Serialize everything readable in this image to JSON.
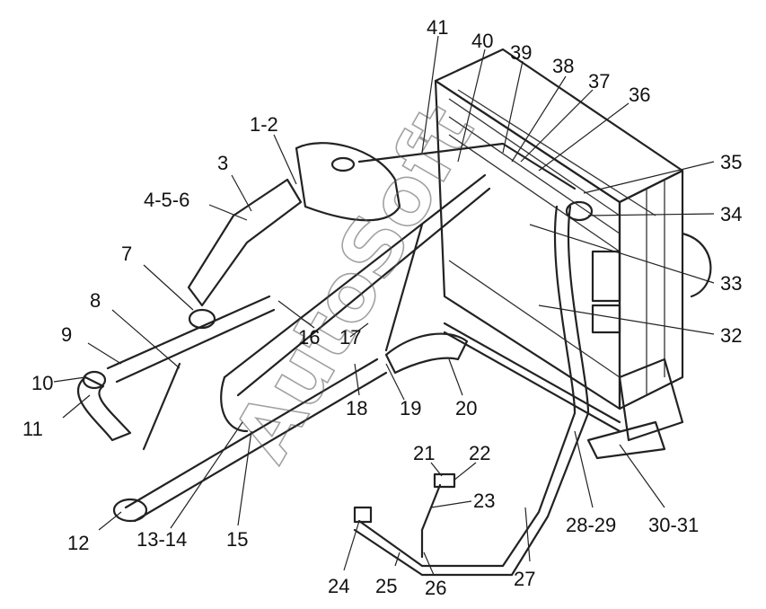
{
  "watermark": "AutoSoft",
  "callouts": [
    {
      "text": "41"
    },
    {
      "text": "40"
    },
    {
      "text": "39"
    },
    {
      "text": "38"
    },
    {
      "text": "37"
    },
    {
      "text": "36"
    },
    {
      "text": "35"
    },
    {
      "text": "34"
    },
    {
      "text": "33"
    },
    {
      "text": "32"
    },
    {
      "text": "1-2"
    },
    {
      "text": "3"
    },
    {
      "text": "4-5-6"
    },
    {
      "text": "7"
    },
    {
      "text": "8"
    },
    {
      "text": "9"
    },
    {
      "text": "10"
    },
    {
      "text": "11"
    },
    {
      "text": "12"
    },
    {
      "text": "13-14"
    },
    {
      "text": "15"
    },
    {
      "text": "16"
    },
    {
      "text": "17"
    },
    {
      "text": "18"
    },
    {
      "text": "19"
    },
    {
      "text": "20"
    },
    {
      "text": "21"
    },
    {
      "text": "22"
    },
    {
      "text": "23"
    },
    {
      "text": "24"
    },
    {
      "text": "25"
    },
    {
      "text": "26"
    },
    {
      "text": "27"
    },
    {
      "text": "28-29"
    },
    {
      "text": "30-31"
    }
  ]
}
